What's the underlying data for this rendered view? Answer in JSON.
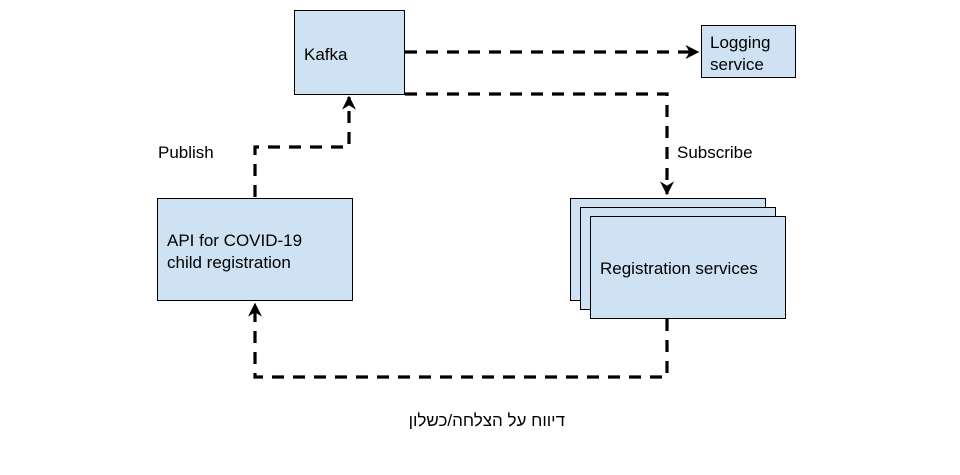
{
  "nodes": {
    "kafka": {
      "label": "Kafka"
    },
    "logging": {
      "label_line1": "Logging",
      "label_line2": "service"
    },
    "api": {
      "label_line1": "API for COVID-19",
      "label_line2": "child registration"
    },
    "registration": {
      "label": "Registration services"
    }
  },
  "edges": {
    "publish": "Publish",
    "subscribe": "Subscribe",
    "report": "דיווח על הצלחה/כשלון"
  },
  "colors": {
    "node_fill": "#cfe2f3",
    "stroke": "#000000"
  }
}
